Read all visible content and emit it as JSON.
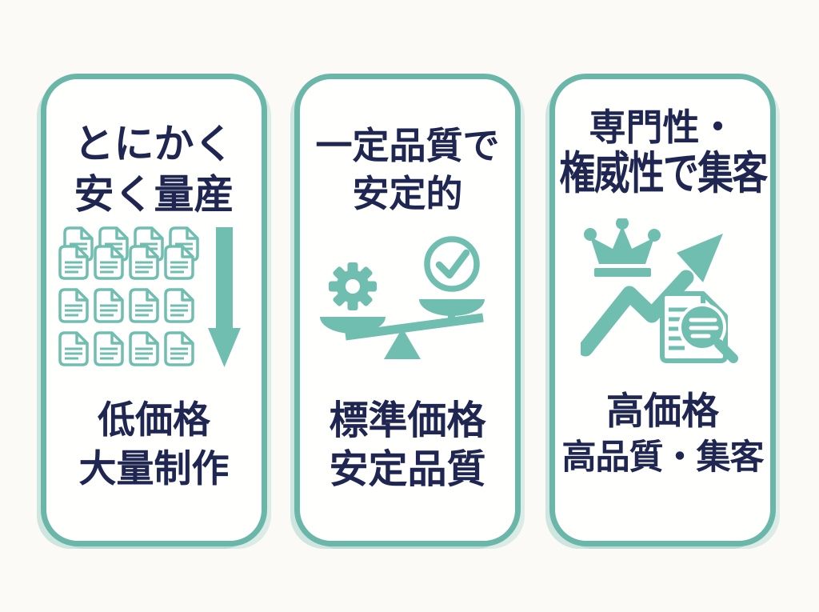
{
  "page": {
    "background_color": "#fbfaf6",
    "accent_color": "#6ab7aa",
    "icon_color": "#6fbeb0",
    "text_color": "#1e2651",
    "card_background": "#ffffff"
  },
  "cards": [
    {
      "id": "cheap-mass-production",
      "title_lines": [
        "とにかく",
        "安く量産"
      ],
      "icon": "documents-grid-down-arrow",
      "result_lines": [
        "低価格",
        "大量制作"
      ]
    },
    {
      "id": "consistent-quality",
      "title_lines": [
        "一定品質で",
        "安定的"
      ],
      "icon": "gear-checkmark-balance-scale",
      "result_lines": [
        "標準価格",
        "安定品質"
      ]
    },
    {
      "id": "expertise-authority",
      "title_lines": [
        "専門性・",
        "権威性で集客"
      ],
      "icon": "crown-growth-arrow-document-magnifier",
      "result_lines": [
        "高価格",
        "高品質・集客"
      ]
    }
  ]
}
